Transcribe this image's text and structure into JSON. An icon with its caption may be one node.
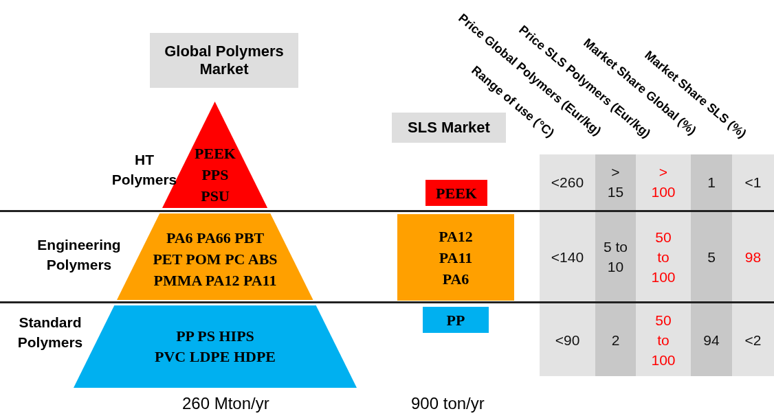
{
  "diagram": {
    "nodes": [
      {
        "text": [
          "Global Polymers Market"
        ]
      },
      {
        "text": [
          "SLS Market"
        ]
      },
      {
        "text": [
          "PEEK",
          "PPS",
          "PSU"
        ]
      },
      {
        "text": [
          "PA6 PA66 PBT",
          "PET POM PC ABS",
          "PMMA PA12 PA11"
        ]
      },
      {
        "text": [
          "PP PS HIPS",
          "PVC LDPE HDPE"
        ]
      },
      {
        "text": [
          "PEEK"
        ]
      },
      {
        "text": [
          "PA12",
          "PA11",
          "PA6"
        ]
      },
      {
        "text": [
          "PP"
        ]
      }
    ],
    "edges": [],
    "labels": [
      "Range of use (°C)",
      "Price Global Polymers (Eur/kg)",
      "Price SLS Polymers (Eur/kg)",
      "Market Share Global (%)",
      "Market Share SLS (%)",
      "HT Polymers",
      "Engineering Polymers",
      "Standard Polymers",
      "<260",
      "> 15",
      "> 100",
      "1",
      "<1",
      "<140",
      "5 to 10",
      "50 to 100",
      "5",
      "98",
      "<90",
      "2",
      "50 to 100",
      "94",
      "<2",
      "260 Mton/yr",
      "900 ton/yr"
    ]
  }
}
